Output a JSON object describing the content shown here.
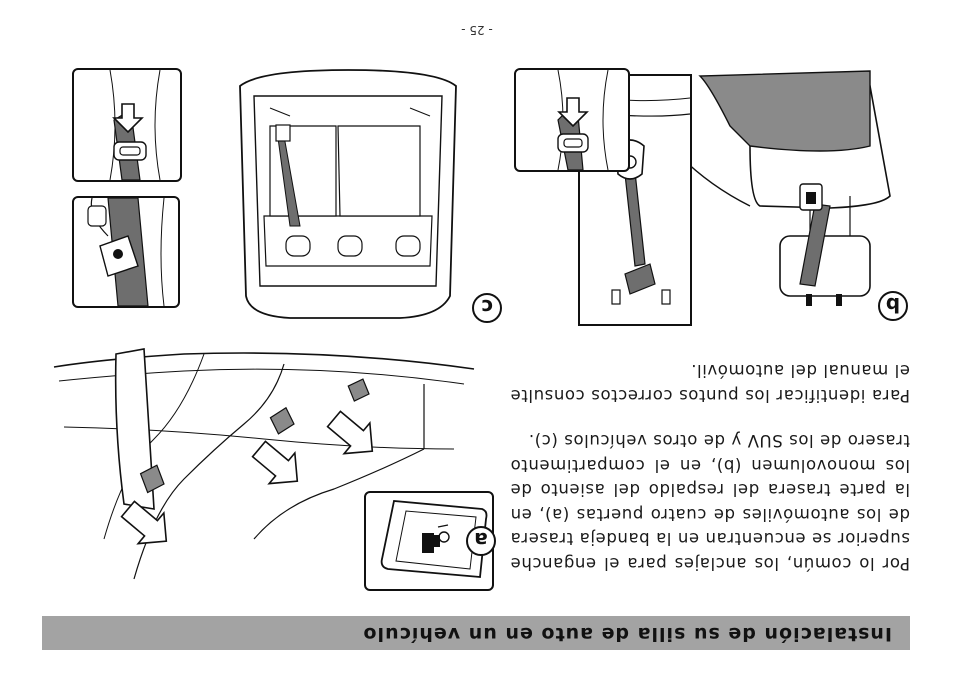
{
  "header": {
    "title": "Instalación de su silla de auto en un vehículo"
  },
  "labels": {
    "a": "a",
    "b": "b",
    "c": "c"
  },
  "body": {
    "paragraph_1": "Por lo común, los anclajes para el enganche superior se encuentran en la bandeja trasera de los automóviles de cuatro puertas (a), en la parte trasera del respaldo del asiento de los monovolumen (b), en el compartimento trasero de los SUV y de otros vehículos (c).",
    "paragraph_2": "Para identificar los puntos correctos consulte el manual del automóvil."
  },
  "footer": {
    "page_number": "- 25 -"
  },
  "colors": {
    "header_bar": "#a3a3a3",
    "ink": "#111111",
    "seat_shade": "#8a8a8a",
    "strap": "#6e6e6e"
  }
}
